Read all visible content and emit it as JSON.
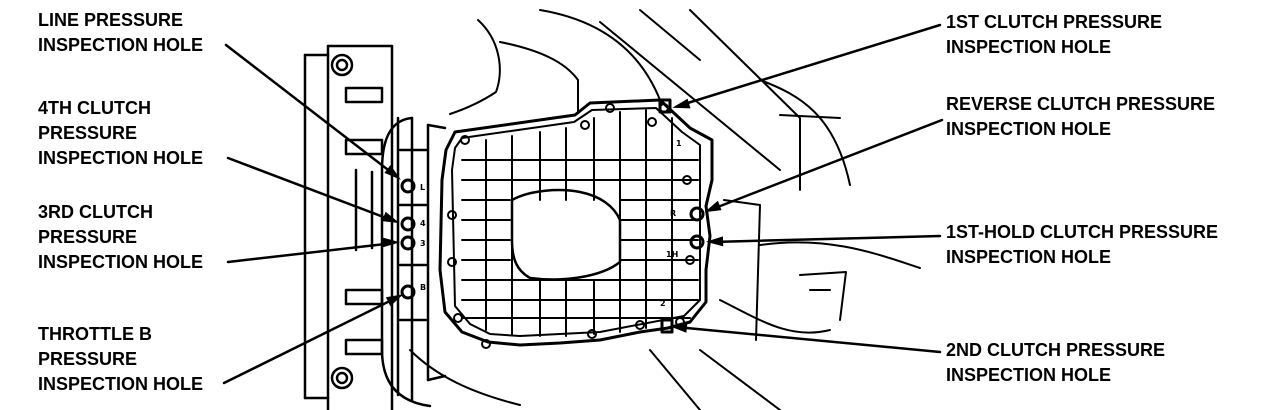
{
  "colors": {
    "ink": "#000000",
    "paper": "#ffffff"
  },
  "callouts": {
    "line_pressure": [
      "LINE PRESSURE",
      "INSPECTION HOLE"
    ],
    "fourth_clutch": [
      "4TH CLUTCH",
      "PRESSURE",
      "INSPECTION HOLE"
    ],
    "third_clutch": [
      "3RD CLUTCH",
      "PRESSURE",
      "INSPECTION HOLE"
    ],
    "throttle_b": [
      "THROTTLE B",
      "PRESSURE",
      "INSPECTION HOLE"
    ],
    "first_clutch": [
      "1ST CLUTCH PRESSURE",
      "INSPECTION HOLE"
    ],
    "reverse_clutch": [
      "REVERSE CLUTCH PRESSURE",
      "INSPECTION HOLE"
    ],
    "first_hold_clutch": [
      "1ST-HOLD CLUTCH PRESSURE",
      "INSPECTION HOLE"
    ],
    "second_clutch": [
      "2ND CLUTCH PRESSURE",
      "INSPECTION HOLE"
    ]
  },
  "port_marks": {
    "left": [
      "L",
      "4",
      "3",
      "B"
    ],
    "right": [
      "1",
      "R",
      "1H",
      "2"
    ]
  }
}
